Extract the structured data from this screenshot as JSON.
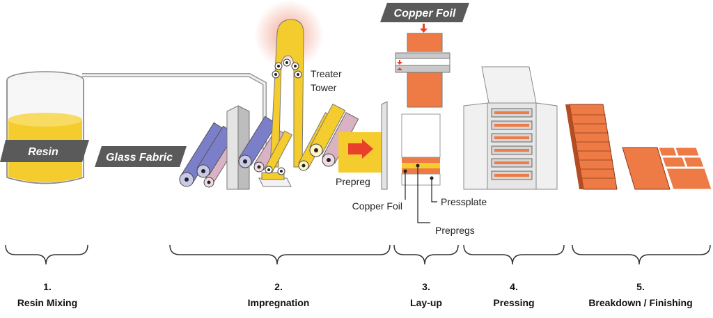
{
  "tags": {
    "resin": "Resin",
    "glass_fabric": "Glass Fabric",
    "copper_foil_top": "Copper Foil"
  },
  "labels": {
    "treater": "Treater",
    "tower": "Tower",
    "prepreg": "Prepreg",
    "copper_foil": "Copper Foil",
    "pressplate": "Pressplate",
    "prepregs": "Prepregs"
  },
  "steps": [
    {
      "number": "1.",
      "name": "Resin Mixing"
    },
    {
      "number": "2.",
      "name": "Impregnation"
    },
    {
      "number": "3.",
      "name": "Lay-up"
    },
    {
      "number": "4.",
      "name": "Pressing"
    },
    {
      "number": "5.",
      "name": "Breakdown / Finishing"
    }
  ],
  "colors": {
    "resin_yellow": "#f5cc2e",
    "copper": "#ee7a45",
    "roller_purple": "#7b7fc9",
    "roller_pink": "#d9b3c4",
    "tag_gray": "#5a5a5a",
    "arrow_red": "#e8402a",
    "glow": "#f1a08c"
  }
}
